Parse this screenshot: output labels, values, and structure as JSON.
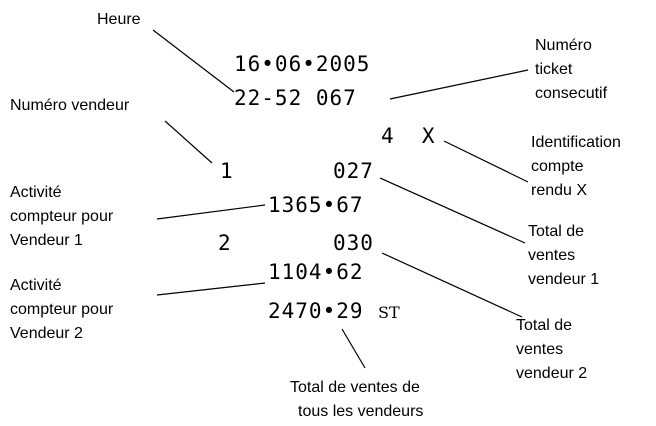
{
  "receipt": {
    "date": "16•06•2005",
    "time_ticket": "22-52 067",
    "report_id": "4  X",
    "vendor1_number": "1",
    "vendor1_count": "027",
    "vendor1_total": "1365•67",
    "vendor2_number": "2",
    "vendor2_count": "030",
    "vendor2_total": "1104•62",
    "grand_total": "2470•29",
    "grand_total_symbol": "ST"
  },
  "labels": {
    "heure": "Heure",
    "numero_ticket": [
      "Numéro",
      "ticket",
      "consecutif"
    ],
    "numero_vendeur": "Numéro vendeur",
    "identification": [
      "Identification",
      "compte",
      "rendu X"
    ],
    "activite_v1": [
      "Activité",
      "compteur pour",
      "Vendeur 1"
    ],
    "total_v1": [
      "Total de",
      "ventes",
      "vendeur 1"
    ],
    "activite_v2": [
      "Activité",
      "compteur pour",
      "Vendeur  2"
    ],
    "total_v2": [
      "Total de",
      "ventes",
      "vendeur  2"
    ],
    "total_all": [
      "Total de ventes de",
      "tous les vendeurs"
    ]
  }
}
